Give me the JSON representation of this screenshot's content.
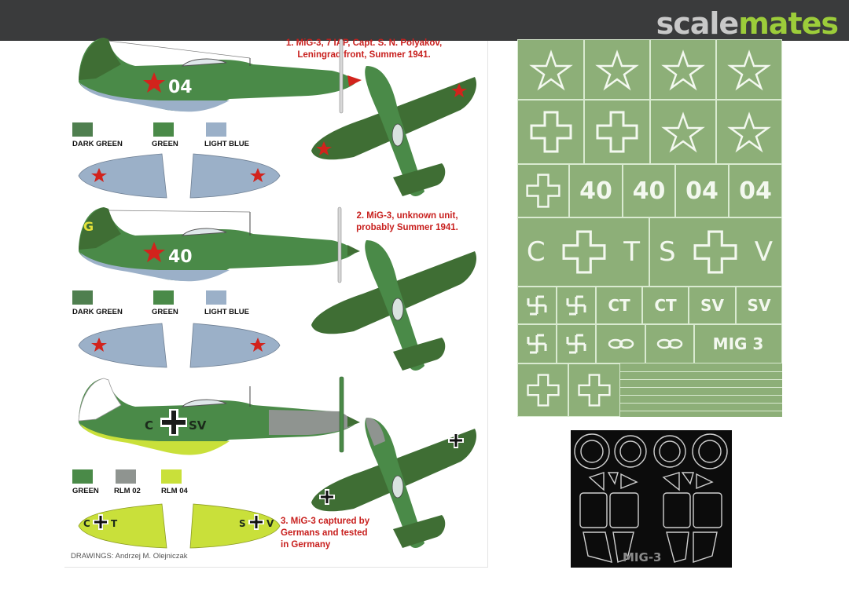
{
  "header": {
    "logo_part1": "scale",
    "logo_part2": "mates"
  },
  "profiles": [
    {
      "caption_lines": [
        "1. MiG-3, 7 IAP, Capt. S. N. Polyakov,",
        "Leningrad front, Summer 1941."
      ],
      "fuselage_number": "04",
      "swatches": [
        {
          "label": "DARK GREEN",
          "color": "#4f7f4f"
        },
        {
          "label": "GREEN",
          "color": "#4a8a48"
        },
        {
          "label": "LIGHT BLUE",
          "color": "#9bb0c8"
        }
      ]
    },
    {
      "caption_lines": [
        "2. MiG-3, unknown unit,",
        "probably Summer 1941."
      ],
      "fuselage_number": "40",
      "fin_marking": "G",
      "swatches": [
        {
          "label": "DARK GREEN",
          "color": "#4f7f4f"
        },
        {
          "label": "GREEN",
          "color": "#4a8a48"
        },
        {
          "label": "LIGHT BLUE",
          "color": "#9bb0c8"
        }
      ]
    },
    {
      "caption_lines": [
        "3. MiG-3 captured by",
        "Germans and tested",
        "in Germany"
      ],
      "fuselage_code_left": "C",
      "fuselage_code_right": "SV",
      "wing_code_left": "C",
      "wing_code_left_2": "T",
      "wing_code_right": "S",
      "wing_code_right_2": "V",
      "swatches": [
        {
          "label": "GREEN",
          "color": "#4a8a48"
        },
        {
          "label": "RLM 02",
          "color": "#8f9490"
        },
        {
          "label": "RLM 04",
          "color": "#c9e03a"
        }
      ]
    }
  ],
  "credit": "DRAWINGS: Andrzej M. Olejniczak",
  "decal_sheet": {
    "numbers": [
      "40",
      "40",
      "04",
      "04"
    ],
    "codes_large": [
      {
        "left": "C",
        "right": "T"
      },
      {
        "left": "S",
        "right": "V"
      }
    ],
    "codes_small": [
      "CT",
      "CT",
      "SV",
      "SV"
    ],
    "type_label": "MIG 3"
  },
  "mask_sheet": {
    "label": "MIG-3"
  },
  "colors": {
    "decal_bg": "#8daf78",
    "soviet_red": "#d2231c",
    "dark_green": "#3f6e34"
  }
}
